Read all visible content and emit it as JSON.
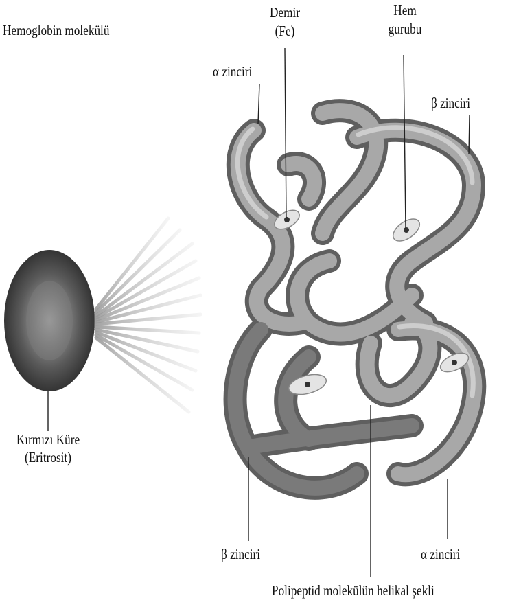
{
  "labels": {
    "hemoglobin_molecule": "Hemoglobin molekülü",
    "iron_line1": "Demir",
    "iron_line2": "(Fe)",
    "heme_line1": "Hem",
    "heme_line2": "gurubu",
    "alpha_chain_top": "α zinciri",
    "beta_chain_top": "β zinciri",
    "red_cell_line1": "Kırmızı Küre",
    "red_cell_line2": "(Eritrosit)",
    "beta_chain_bottom": "β zinciri",
    "alpha_chain_bottom": "α zinciri",
    "polypeptide_helix": "Polipeptid molekülün helikal şekli"
  },
  "colors": {
    "tube": "#9a9a9a",
    "tube_dark": "#555555",
    "erythrocyte": "#6a6a6a",
    "heme_disc": "#e4e4e4"
  }
}
